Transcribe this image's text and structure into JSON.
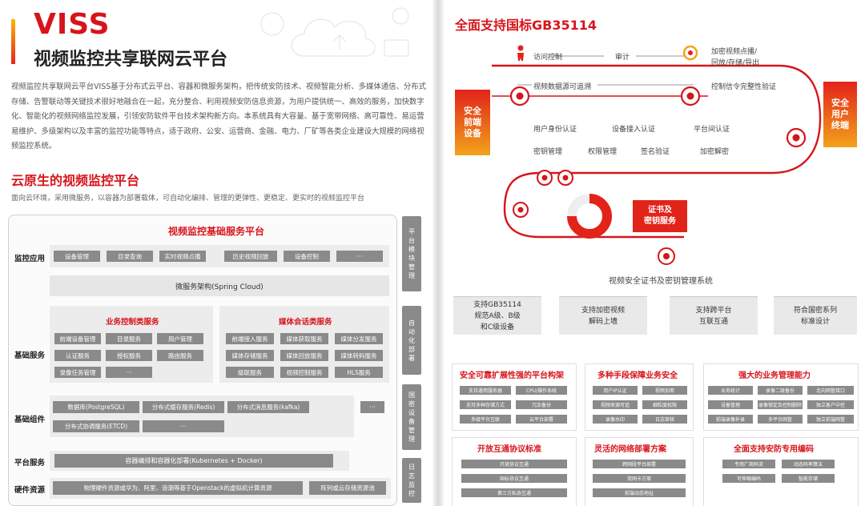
{
  "left": {
    "brand": "VISS",
    "title": "视频监控共享联网云平台",
    "intro": "视频监控共享联网云平台VISS基于分布式云平台、容器和微服务架构，把传统安防技术、视频智能分析、多媒体通信、分布式存储、告警联动等关键技术很好地融合在一起，充分整合、利用视频安防信息资源，为用户提供统一、高效的服务，加快数字化、智能化的视频网络监控发展，引领安防软件平台技术架构新方向。本系统具有大容量、基于宽带网络、高可靠性、易运营易维护、多级架构以及丰富的监控功能等特点，适于政府、公安、运营商、金融、电力、厂矿等各类企业建设大规模的网络视频监控系统。",
    "section_title": "云原生的视频监控平台",
    "section_desc": "面向云环境，采用微服务，以容器为部署载体，可自动化编排、管理的更弹性、更稳定、更实时的视频监控平台",
    "platform": {
      "title": "视频监控基础服务平台",
      "rows": {
        "monitor": "监控应用",
        "base_service": "基础服务",
        "base_component": "基础组件",
        "platform_service": "平台服务",
        "hardware": "硬件资源"
      },
      "monitor_apps": [
        "设备管理",
        "目录查询",
        "实时视频点播",
        "历史视频回放",
        "设备控制",
        "···"
      ],
      "microservice": "微服务架构(Spring Cloud)",
      "business_title": "业务控制类服务",
      "business": [
        "前端设备管理",
        "目录服务",
        "用户管理",
        "认证服务",
        "授权服务",
        "路由服务",
        "录像任务管理",
        "···"
      ],
      "media_title": "媒体会话类服务",
      "media": [
        "前端接入服务",
        "媒体获取服务",
        "媒体分发服务",
        "媒体存储服务",
        "媒体回放服务",
        "媒体转码服务",
        "级联服务",
        "视频控制服务",
        "HLS服务"
      ],
      "components": [
        "数据库(PostgreSQL)",
        "分布式缓存服务(Redis)",
        "分布式消息服务(kafka)",
        "分布式协调服务(ETCD)",
        "···",
        "···"
      ],
      "platform_service_item": "容器编排和容器化部署(Kubernetes + Docker)",
      "hardware_items": [
        "物理硬件资源或华为、阿里、浪潮等基于Openstack的虚拟机计算资源",
        "阵列或云存储资源池"
      ],
      "side": [
        "平台模块管理",
        "自动化部署",
        "国密设备管理",
        "日志监控"
      ]
    }
  },
  "right": {
    "title": "全面支持国标GB35114",
    "flow": {
      "access": "访问控制",
      "audit": "审计",
      "encrypted": "加密视频点播/\n回放/存储/导出",
      "traceable": "视频数据源可追溯",
      "integrity": "控制信令完整性验证",
      "row2": [
        "用户身份认证",
        "设备接入认证",
        "平台间认证"
      ],
      "row3": [
        "密钥管理",
        "权限管理",
        "签名验证",
        "加密解密"
      ],
      "front_device": "安全\n前端\n设备",
      "user_terminal": "安全\n用户\n终端",
      "cert": "证书及\n密钥服务",
      "caption": "视频安全证书及密钥管理系统"
    },
    "features": [
      "支持GB35114\n规范A级、B级\n和C级设备",
      "支持加密视频\n解码上墙",
      "支持跨平台\n互联互通",
      "符合国密系列\n标准设计"
    ],
    "capabilities": [
      {
        "title": "安全可靠扩展性强的平台构架",
        "items": [
          "支持通用服务器",
          "CPU/操作系统",
          "支持多种存储方式",
          "冗余备份",
          "多级平台互联",
          "云平台部署"
        ]
      },
      {
        "title": "多种手段保障业务安全",
        "items": [
          "用户IP认证",
          "视频加密",
          "视频来源可追",
          "细粒度权限",
          "录像水印",
          "日志审核"
        ]
      },
      {
        "title": "强大的业务管理能力",
        "items": [
          "业务统计",
          "录像二级备份",
          "北向网管接口",
          "设备管理",
          "录像锁定及控制删除",
          "独立客户中控",
          "前端录像补录",
          "多平台网管",
          "独立前端网管"
        ]
      },
      {
        "title": "开放互通协议标准",
        "items": [
          "开放协议互通",
          "国标协议互通",
          "第三方私协互通"
        ]
      },
      {
        "title": "灵活的网络部署方案",
        "items": [
          "跨网段平台部署",
          "双网卡方案",
          "前端动态地址"
        ]
      },
      {
        "title": "全面支持安防专用编码",
        "items": [
          "专用厂商码流",
          "动态码率算法",
          "可伸缩编码",
          "智能存储"
        ]
      }
    ]
  }
}
